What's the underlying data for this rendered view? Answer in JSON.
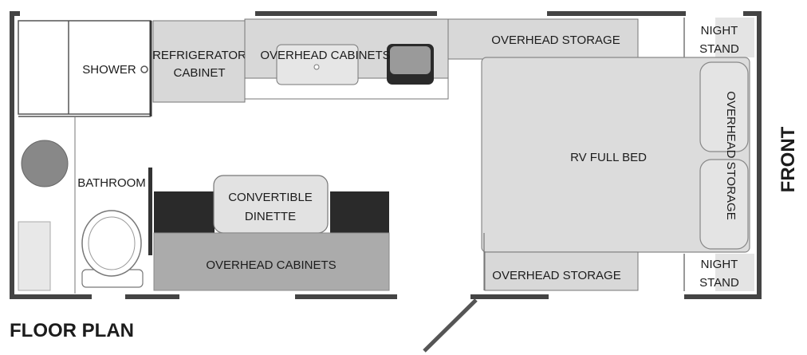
{
  "diagram": {
    "rooms": {
      "shower": "SHOWER",
      "refrigerator_line1": "REFRIGERATOR",
      "refrigerator_line2": "CABINET",
      "overhead_cabinets_top": "OVERHEAD CABINETS",
      "overhead_storage_top": "OVERHEAD STORAGE",
      "night_stand_top_line1": "NIGHT",
      "night_stand_top_line2": "STAND",
      "bathroom": "BATHROOM",
      "dinette_line1": "CONVERTIBLE",
      "dinette_line2": "DINETTE",
      "overhead_cabinets_bottom": "OVERHEAD CABINETS",
      "bed": "RV FULL BED",
      "overhead_storage_side": "OVERHEAD STORAGE",
      "overhead_storage_bottom": "OVERHEAD STORAGE",
      "night_stand_bottom_line1": "NIGHT",
      "night_stand_bottom_line2": "STAND"
    },
    "front_label": "FRONT",
    "title": "FLOOR PLAN"
  }
}
